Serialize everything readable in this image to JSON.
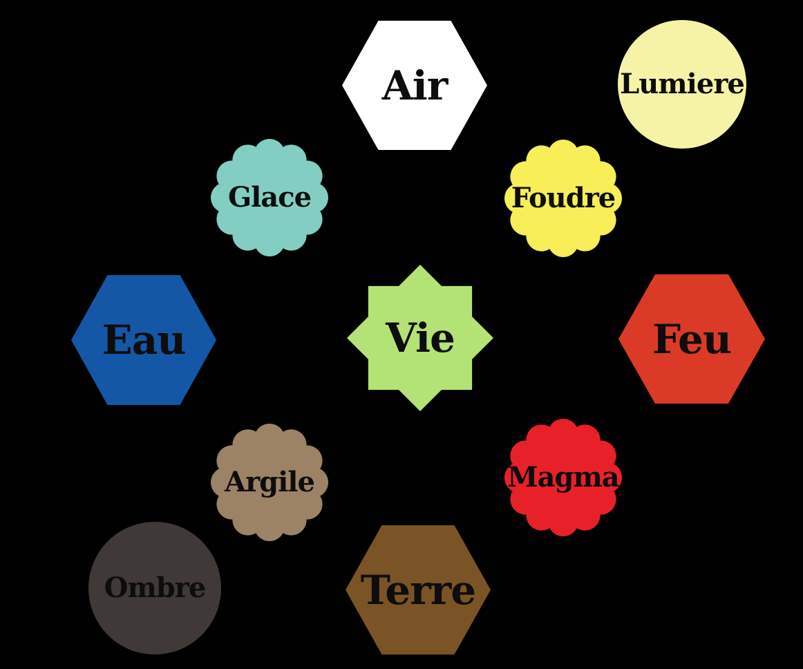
{
  "background_color": "#000000",
  "label_color": "#0d0d0d",
  "diagram": {
    "type": "element-graph",
    "nodes": {
      "air": {
        "label": "Air",
        "shape": "hexagon",
        "color": "#FFFFFF"
      },
      "lumiere": {
        "label": "Lumiere",
        "shape": "circle",
        "color": "#F7F3A6"
      },
      "glace": {
        "label": "Glace",
        "shape": "scallop",
        "color": "#82CEC2"
      },
      "foudre": {
        "label": "Foudre",
        "shape": "scallop",
        "color": "#F7EE58"
      },
      "eau": {
        "label": "Eau",
        "shape": "hexagon",
        "color": "#1457A6"
      },
      "vie": {
        "label": "Vie",
        "shape": "octagram",
        "color": "#B3E375"
      },
      "feu": {
        "label": "Feu",
        "shape": "hexagon",
        "color": "#DB3B26"
      },
      "argile": {
        "label": "Argile",
        "shape": "scallop",
        "color": "#9D8366"
      },
      "magma": {
        "label": "Magma",
        "shape": "scallop",
        "color": "#E82129"
      },
      "ombre": {
        "label": "Ombre",
        "shape": "circle",
        "color": "#403937"
      },
      "terre": {
        "label": "Terre",
        "shape": "hexagon",
        "color": "#7A5425"
      }
    }
  }
}
